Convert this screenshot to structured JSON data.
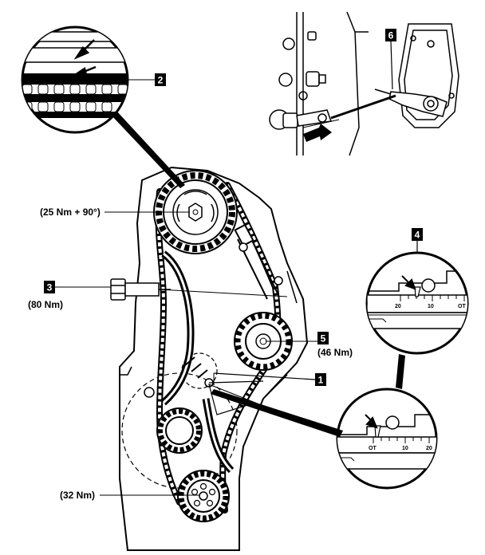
{
  "callouts": {
    "c1": "1",
    "c2": "2",
    "c3": "3",
    "c4": "4",
    "c5": "5",
    "c6": "6"
  },
  "torques": {
    "camshaft": "(25 Nm + 90°)",
    "bolt3": "(80 Nm)",
    "gear5": "(46 Nm)",
    "crankshaft": "(32 Nm)"
  },
  "scale_top": {
    "t20": "20",
    "t10": "10",
    "tot": "OT"
  },
  "scale_bottom": {
    "tot": "OT",
    "t10": "10",
    "t20": "20"
  }
}
